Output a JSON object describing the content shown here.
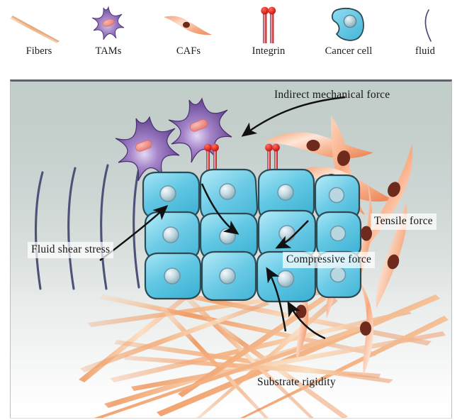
{
  "figure": {
    "title_visible": false,
    "type": "biomedical-schematic",
    "description_topic": "mechanical forces in the tumor microenvironment"
  },
  "legend": {
    "items": [
      {
        "id": "fibers",
        "label": "Fibers",
        "icon": "fiber-spindle-icon",
        "color": "#e8a477"
      },
      {
        "id": "tams",
        "label": "TAMs",
        "icon": "stellate-cell-icon",
        "color": "#7b55a8"
      },
      {
        "id": "cafs",
        "label": "CAFs",
        "icon": "spindle-cell-icon",
        "color": "#f09a6e"
      },
      {
        "id": "integrin",
        "label": "Integrin",
        "icon": "integrin-rod-icon",
        "color": "#e8252a"
      },
      {
        "id": "cancer_cell",
        "label": "Cancer cell",
        "icon": "cancer-cell-icon",
        "color": "#62c6e0"
      },
      {
        "id": "fluid",
        "label": "fluid",
        "icon": "fluid-line-icon",
        "color": "#4a4f75"
      }
    ]
  },
  "panel": {
    "background_top_color": "#c2ceca",
    "background_bottom_color": "#ffffff",
    "callouts": [
      {
        "id": "indirect",
        "label": "Indirect mechanical force",
        "boxed": false
      },
      {
        "id": "fluid",
        "label": "Fluid shear stress",
        "boxed": true
      },
      {
        "id": "tensile",
        "label": "Tensile force",
        "boxed": true
      },
      {
        "id": "compressive",
        "label": "Compressive force",
        "boxed": true
      },
      {
        "id": "substrate",
        "label": "Substrate rigidity",
        "boxed": false
      }
    ],
    "elements": {
      "tam_count": 2,
      "caf_count": 8,
      "integrin_pair_count": 2,
      "fluid_line_count": 4,
      "cancer_cell_rows": 3,
      "cancer_cell_count": 13,
      "arrow_count": 5
    }
  }
}
